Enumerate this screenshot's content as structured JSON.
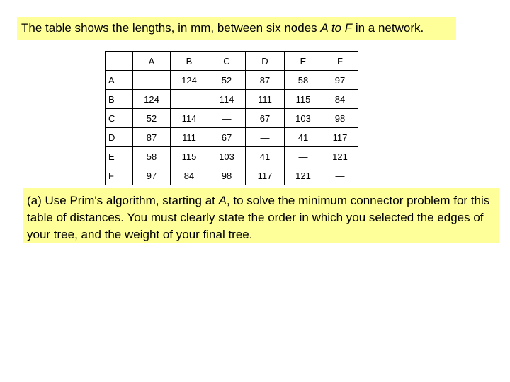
{
  "intro": {
    "text_before": "The table shows the lengths, in mm, between six nodes ",
    "nodes_range": "A to F",
    "text_after": " in a network."
  },
  "table": {
    "columns": [
      "A",
      "B",
      "C",
      "D",
      "E",
      "F"
    ],
    "rows": [
      {
        "label": "A",
        "cells": [
          "—",
          "124",
          "52",
          "87",
          "58",
          "97"
        ]
      },
      {
        "label": "B",
        "cells": [
          "124",
          "—",
          "114",
          "111",
          "115",
          "84"
        ]
      },
      {
        "label": "C",
        "cells": [
          "52",
          "114",
          "—",
          "67",
          "103",
          "98"
        ]
      },
      {
        "label": "D",
        "cells": [
          "87",
          "111",
          "67",
          "—",
          "41",
          "117"
        ]
      },
      {
        "label": "E",
        "cells": [
          "58",
          "115",
          "103",
          "41",
          "—",
          "121"
        ]
      },
      {
        "label": "F",
        "cells": [
          "97",
          "84",
          "98",
          "117",
          "121",
          "—"
        ]
      }
    ]
  },
  "question": {
    "text_before": "(a) Use Prim's algorithm, starting at ",
    "start_node": "A",
    "text_after": ", to solve the minimum connector problem for this table of distances. You must clearly state the order in which you selected the edges of your tree, and the weight of your final tree."
  },
  "colors": {
    "highlight_background": "#ffff99",
    "border": "#000000"
  }
}
